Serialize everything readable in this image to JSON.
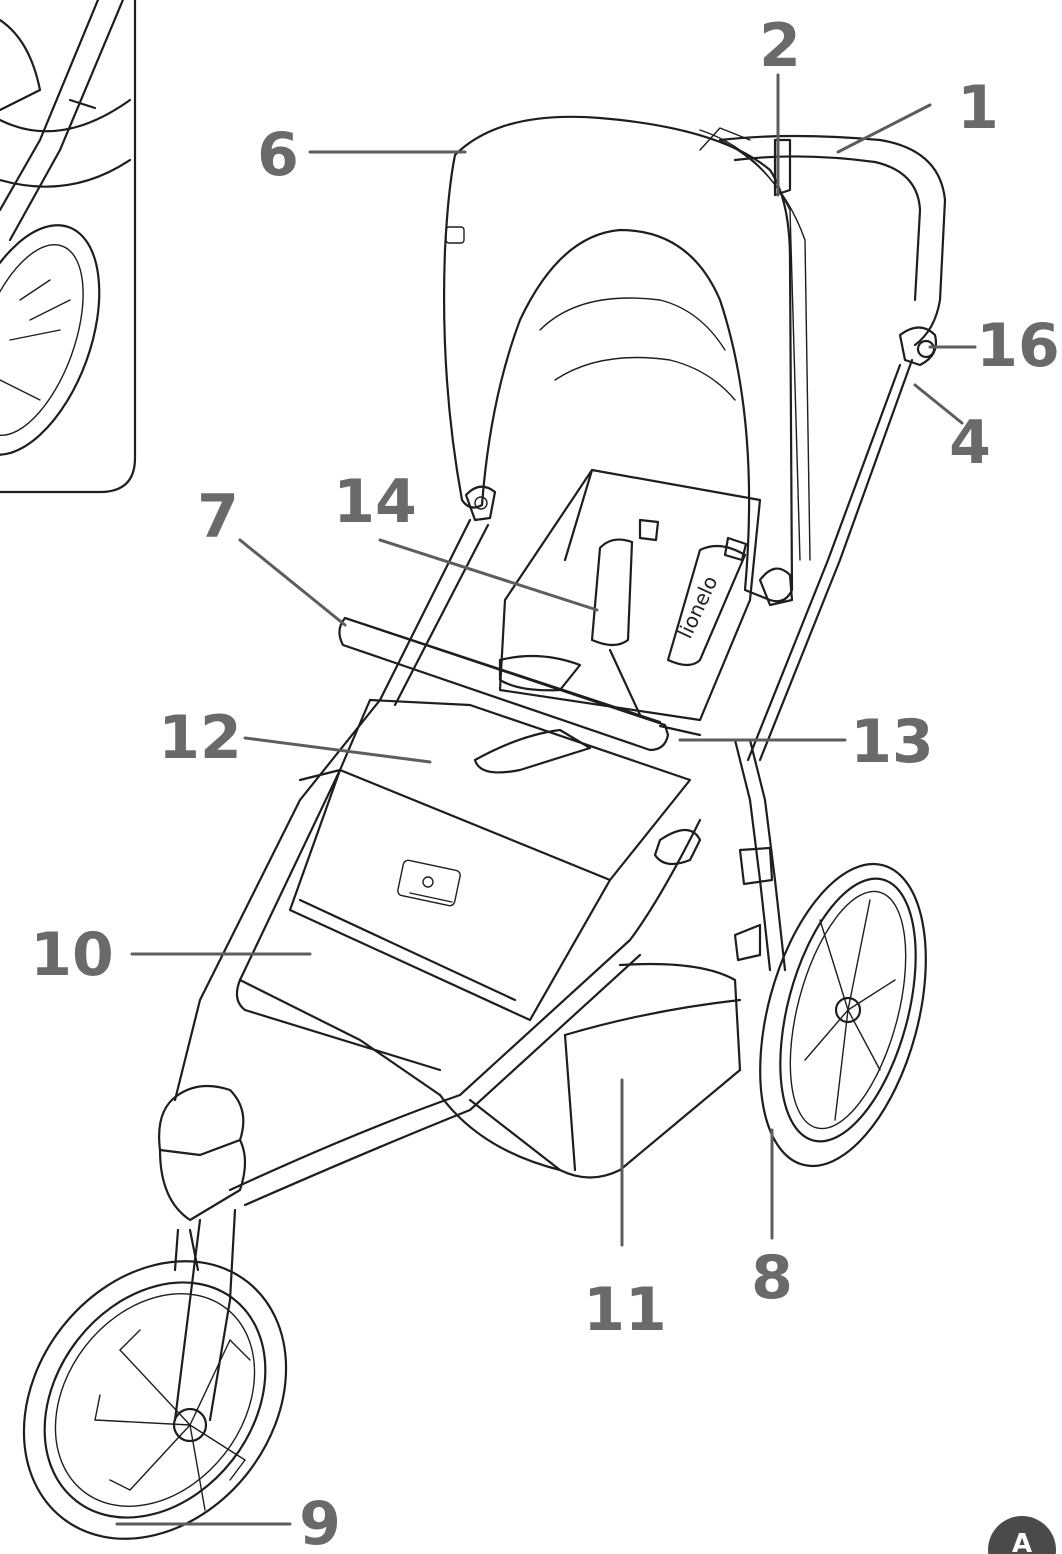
{
  "figure": {
    "colors": {
      "line": "#1e1e1e",
      "callout": "#6a6a6a",
      "leader": "#5d5d5d",
      "badge": "#4a4a4a"
    },
    "brand_text": "lionelo",
    "badge_label": "A",
    "callouts": [
      {
        "id": "1",
        "label": "1"
      },
      {
        "id": "2",
        "label": "2"
      },
      {
        "id": "4",
        "label": "4"
      },
      {
        "id": "6",
        "label": "6"
      },
      {
        "id": "7",
        "label": "7"
      },
      {
        "id": "8",
        "label": "8"
      },
      {
        "id": "9",
        "label": "9"
      },
      {
        "id": "10",
        "label": "10"
      },
      {
        "id": "11",
        "label": "11"
      },
      {
        "id": "12",
        "label": "12"
      },
      {
        "id": "13",
        "label": "13"
      },
      {
        "id": "14",
        "label": "14"
      },
      {
        "id": "16",
        "label": "16"
      }
    ]
  }
}
